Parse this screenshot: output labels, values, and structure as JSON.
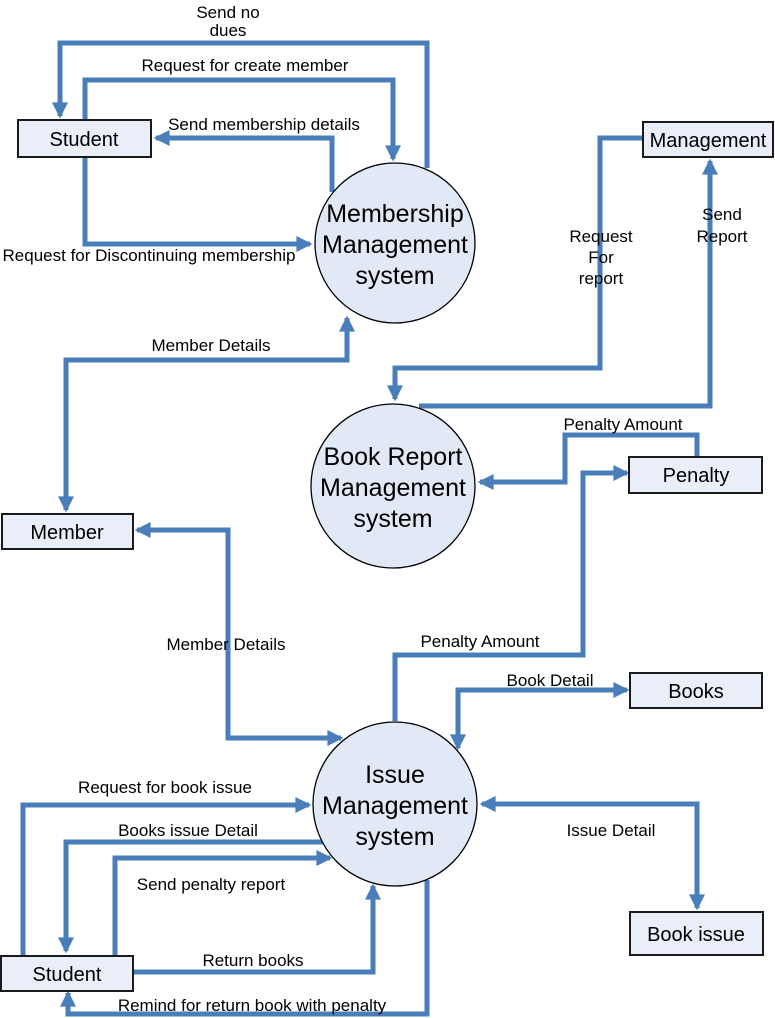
{
  "colors": {
    "arrow": "#4a7ebb",
    "process_fill": "#e2e9f6",
    "process_border": "#000000",
    "entity_fill": "#e9eef8",
    "entity_border": "#1a1a1a"
  },
  "processes": {
    "membership": {
      "line1": "Membership",
      "line2": "Management",
      "line3": "system"
    },
    "book_report": {
      "line1": "Book Report",
      "line2": "Management",
      "line3": "system"
    },
    "issue": {
      "line1": "Issue",
      "line2": "Management",
      "line3": "system"
    }
  },
  "entities": {
    "student_top": "Student",
    "management": "Management",
    "member": "Member",
    "penalty": "Penalty",
    "books": "Books",
    "book_issue": "Book issue",
    "student_bottom": "Student"
  },
  "flows": {
    "send_no_dues": {
      "line1": "Send no",
      "line2": "dues"
    },
    "request_create_member": "Request for create member",
    "send_membership_details": "Send membership details",
    "request_discontinuing": "Request for Discontinuing membership",
    "member_details_top": "Member Details",
    "request_for_report": {
      "line1": "Request",
      "line2": "For",
      "line3": "report"
    },
    "send_report": {
      "line1": "Send",
      "line2": "Report"
    },
    "penalty_amount_top": "Penalty Amount",
    "member_details_bottom": "Member Details",
    "penalty_amount_bottom": "Penalty Amount",
    "book_detail": "Book Detail",
    "issue_detail": "Issue Detail",
    "request_book_issue": "Request for book issue",
    "books_issue_detail": "Books issue Detail",
    "send_penalty_report": "Send penalty report",
    "return_books": "Return books",
    "remind_return_book": "Remind for return book with penalty"
  }
}
